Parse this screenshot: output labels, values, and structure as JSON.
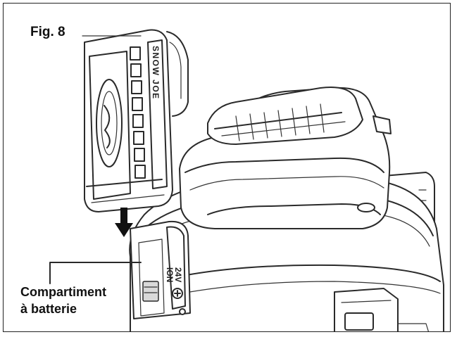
{
  "figure": {
    "label": "Fig. 8",
    "callout_line1": "Compartiment",
    "callout_line2": "à batterie",
    "battery_brand": "SNOW JOE",
    "battery_voltage": "24V",
    "battery_tech": "ION"
  }
}
